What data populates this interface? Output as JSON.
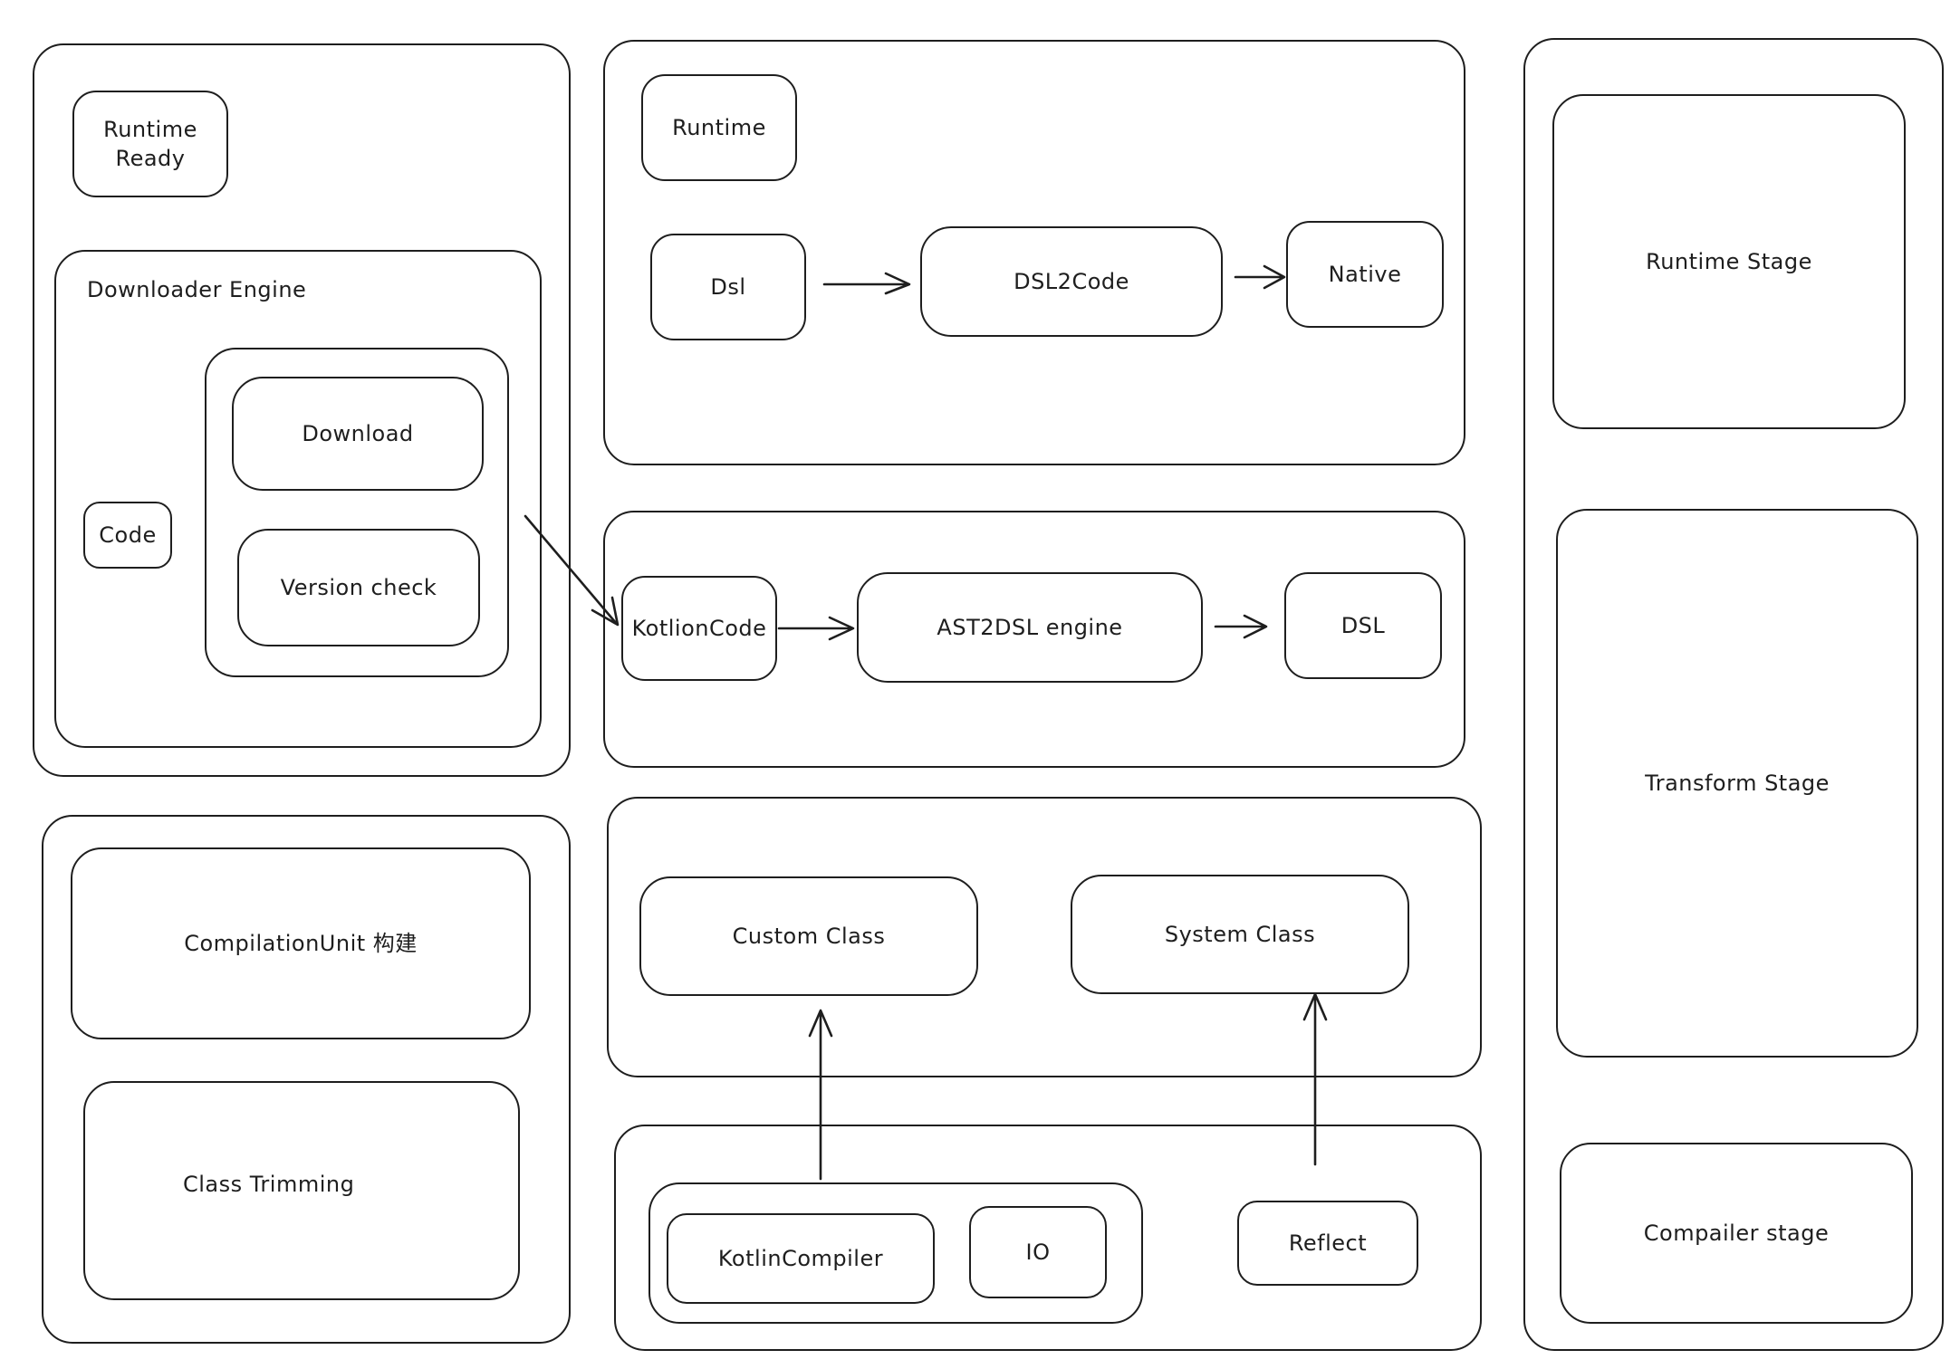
{
  "left_top": {
    "runtime_ready": "Runtime Ready",
    "downloader_engine": "Downloader Engine",
    "code": "Code",
    "download": "Download",
    "version_check": "Version check"
  },
  "left_bottom": {
    "compilation_unit": "CompilationUnit 构建",
    "class_trimming": "Class Trimming"
  },
  "middle_top": {
    "runtime": "Runtime",
    "dsl": "Dsl",
    "dsl2code": "DSL2Code",
    "native": "Native"
  },
  "middle_second": {
    "kotlion_code": "KotlionCode",
    "ast2dsl_engine": "AST2DSL engine",
    "dsl": "DSL"
  },
  "middle_third": {
    "custom_class": "Custom Class",
    "system_class": "System Class"
  },
  "middle_bottom": {
    "kotlin_compiler": "KotlinCompiler",
    "io": "IO",
    "reflect": "Reflect"
  },
  "right": {
    "runtime_stage": "Runtime Stage",
    "transform_stage": "Transform Stage",
    "compailer_stage": "Compailer stage"
  },
  "colors": {
    "stroke": "#1e1e1e",
    "background": "#ffffff"
  }
}
